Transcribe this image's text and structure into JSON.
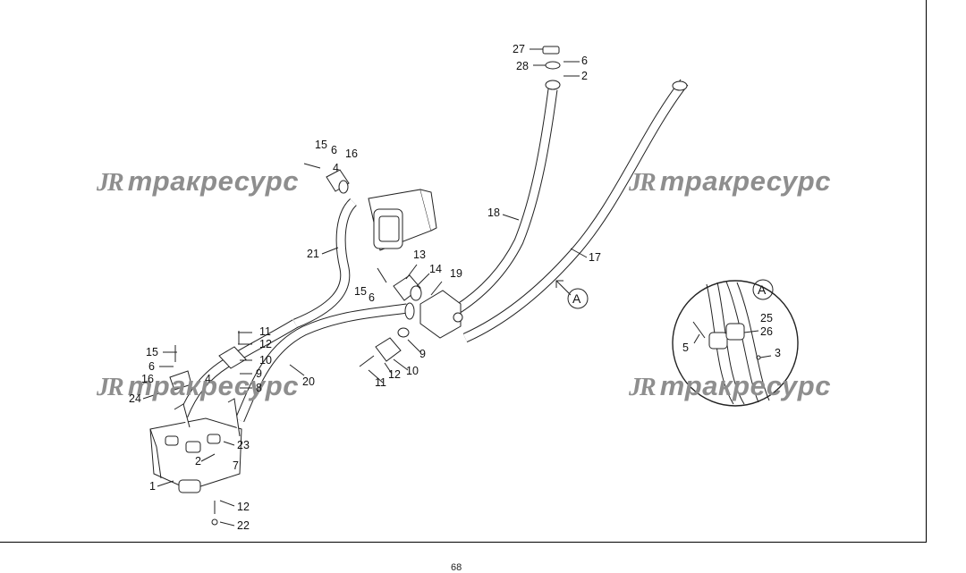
{
  "watermark": {
    "logo": "JR",
    "text": "тракресурс"
  },
  "detail_marker": "A",
  "page_number": "68",
  "callouts": [
    "27",
    "28",
    "6",
    "2",
    "15",
    "6",
    "16",
    "4",
    "18",
    "17",
    "21",
    "13",
    "14",
    "19",
    "15",
    "6",
    "11",
    "12",
    "10",
    "15",
    "6",
    "16",
    "4",
    "24",
    "9",
    "8",
    "20",
    "12",
    "10",
    "11",
    "9",
    "23",
    "2",
    "7",
    "1",
    "12",
    "22",
    "25",
    "26",
    "5",
    "3"
  ]
}
